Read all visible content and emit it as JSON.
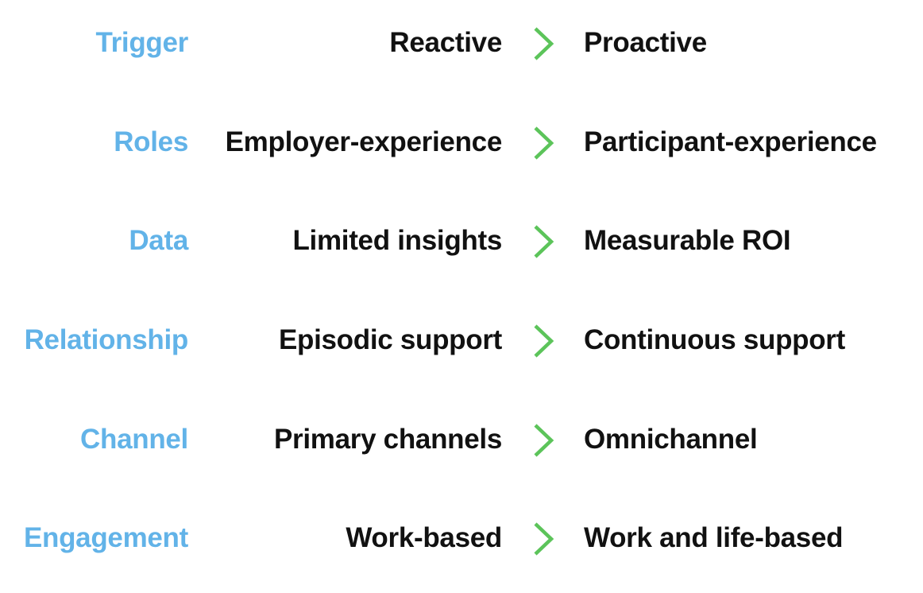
{
  "colors": {
    "category": "#62b3e8",
    "text": "#111111",
    "arrow": "#5cc45a"
  },
  "rows": [
    {
      "category": "Trigger",
      "from": "Reactive",
      "to": "Proactive",
      "icon": "chevron-right-icon"
    },
    {
      "category": "Roles",
      "from": "Employer-experience",
      "to": "Participant-experience",
      "icon": "chevron-right-icon"
    },
    {
      "category": "Data",
      "from": "Limited insights",
      "to": "Measurable ROI",
      "icon": "chevron-right-icon"
    },
    {
      "category": "Relationship",
      "from": "Episodic support",
      "to": "Continuous support",
      "icon": "chevron-right-icon"
    },
    {
      "category": "Channel",
      "from": "Primary channels",
      "to": "Omnichannel",
      "icon": "chevron-right-icon"
    },
    {
      "category": "Engagement",
      "from": "Work-based",
      "to": "Work and life-based",
      "icon": "chevron-right-icon"
    }
  ]
}
